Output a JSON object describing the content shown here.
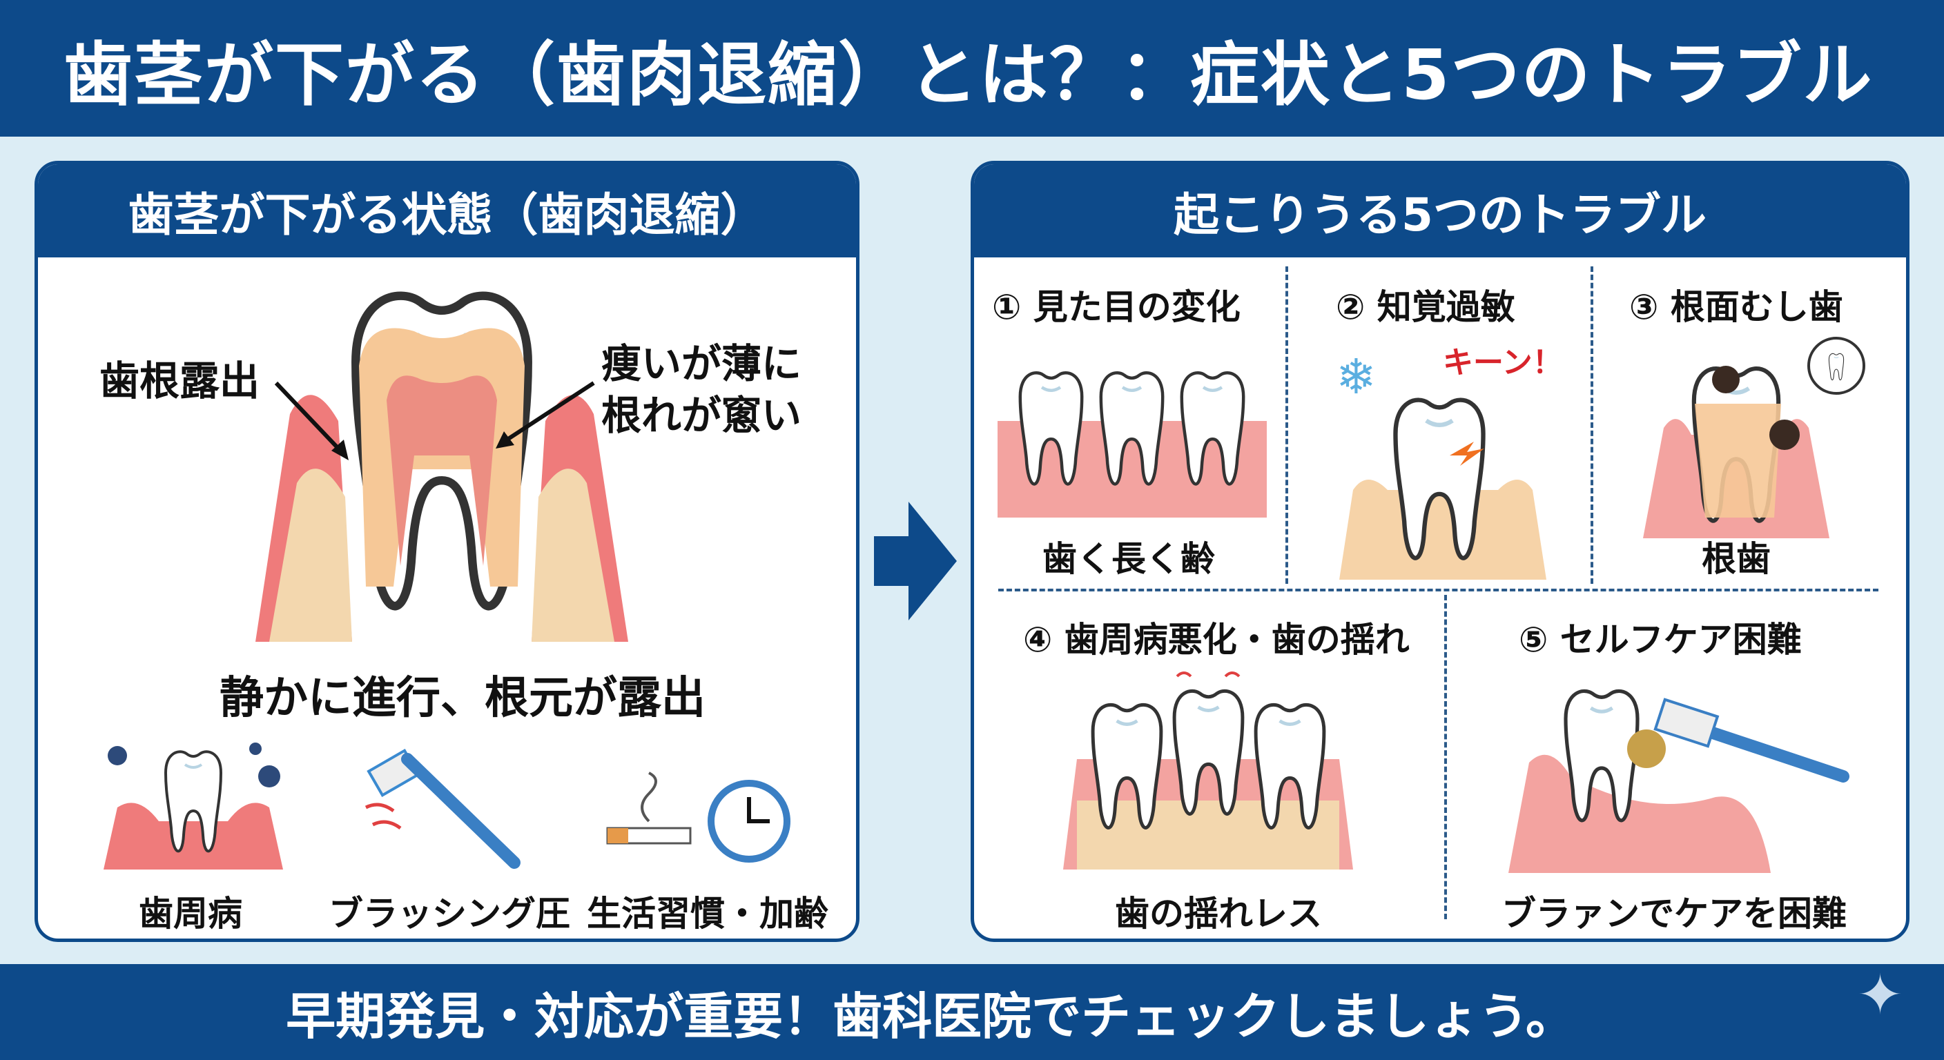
{
  "header": {
    "title": "歯茎が下がる（歯肉退縮）とは？：症状と5つのトラブル"
  },
  "left_panel": {
    "title": "歯茎が下がる状態（歯肉退縮）",
    "label_root": "歯根露出",
    "label_thin": [
      "痩いが薄に",
      "根れが窻い"
    ],
    "caption": "静かに進行、根元が露出",
    "causes": [
      {
        "label": "歯周病",
        "icon": "gum-disease-icon"
      },
      {
        "label": "ブラッシング圧",
        "icon": "toothbrush-icon"
      },
      {
        "label": "生活習慣・加齢",
        "icon": "cigarette-clock-icon"
      }
    ]
  },
  "right_panel": {
    "title": "起こりうる5つのトラブル",
    "troubles": [
      {
        "title": "① 見た目の変化",
        "caption": "歯く長く齢"
      },
      {
        "title": "② 知覚過敏",
        "caption": "",
        "sound": "キーン！"
      },
      {
        "title": "③ 根面むし歯",
        "caption": "根歯"
      },
      {
        "title": "④ 歯周病悪化・歯の揺れ",
        "caption": "歯の揺れレス"
      },
      {
        "title": "⑤ セルフケア困難",
        "caption": "ブラァンでケアを困難"
      }
    ]
  },
  "footer": {
    "text": "早期発見・対応が重要！歯科医院でチェックしましょう。"
  },
  "colors": {
    "navy": "#0d4a8a",
    "gum": "#f08a8a",
    "bone": "#f6d9b0"
  }
}
